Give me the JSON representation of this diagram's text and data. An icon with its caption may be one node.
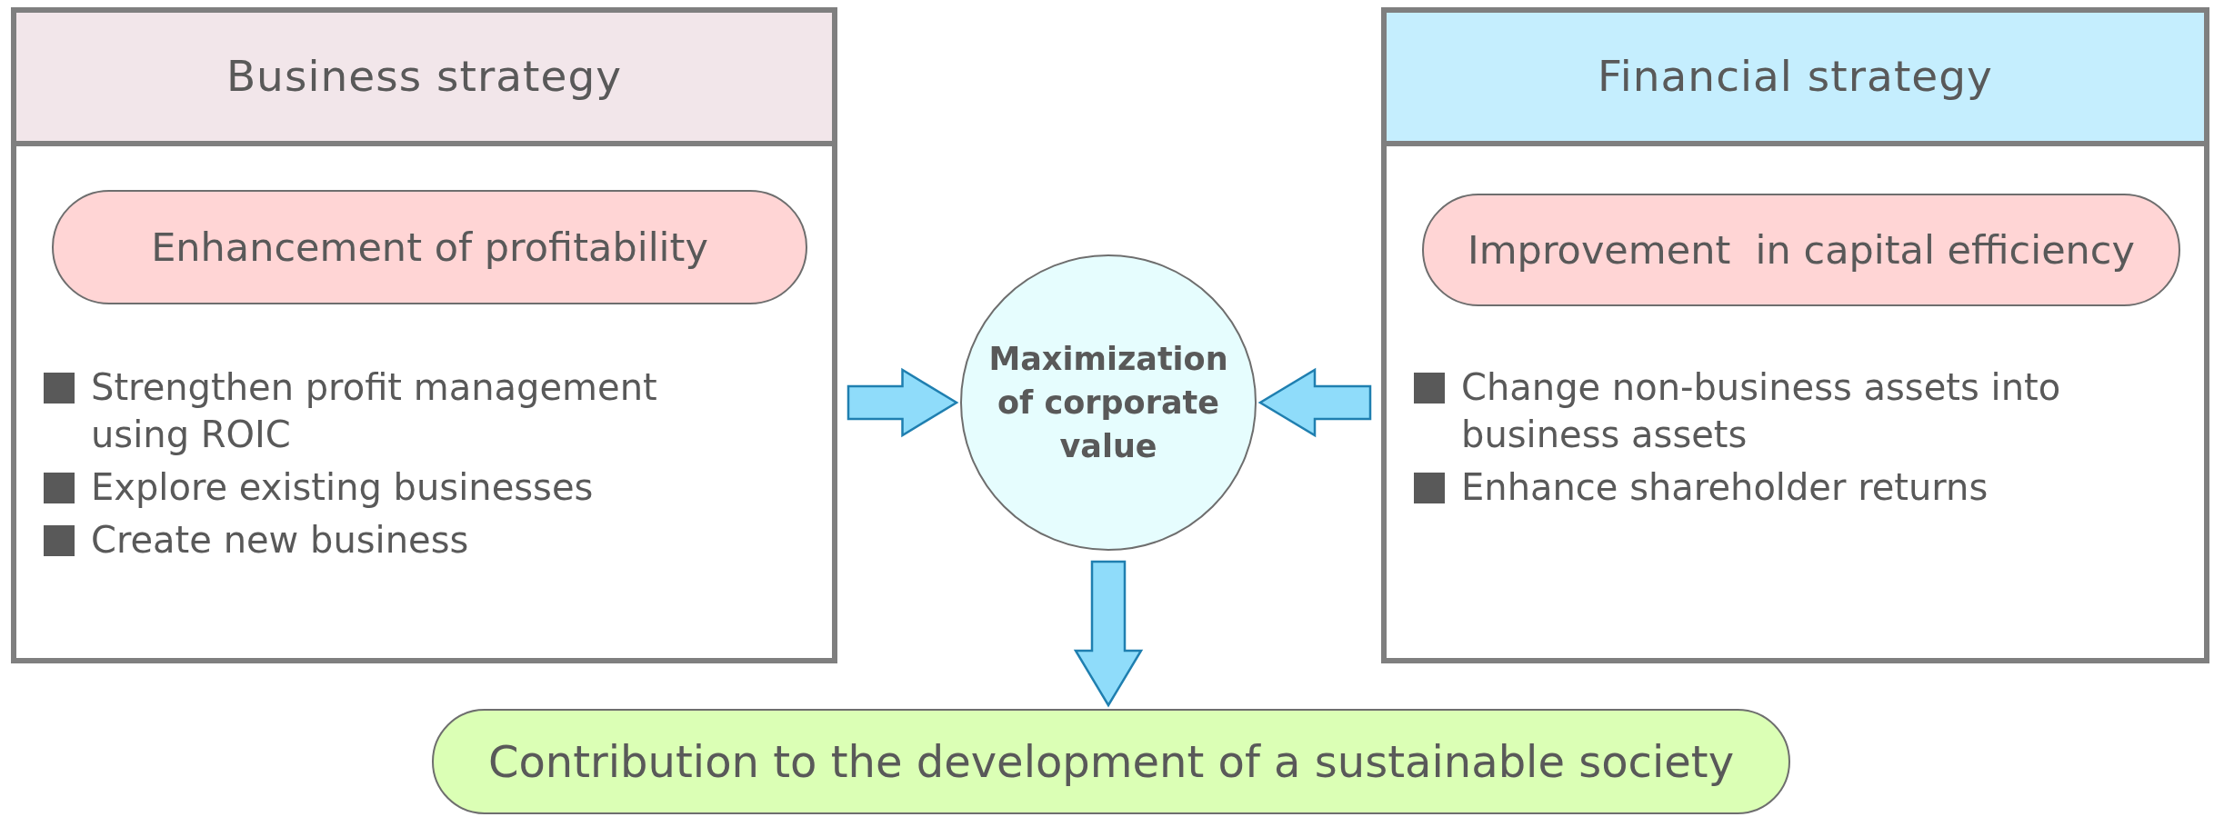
{
  "diagram": {
    "nodes": [
      {
        "text": [
          "Business strategy",
          "Strengthen profit management using ROIC",
          "Explore existing businesses",
          "Create new business"
        ]
      },
      {
        "text": [
          "Enhancement of profitability"
        ],
        "in": 0
      },
      {
        "text": [
          "Financial strategy",
          "Change non-business assets into business assets",
          "Enhance shareholder returns"
        ]
      },
      {
        "text": [
          "Improvement  in capital efficiency"
        ],
        "in": 2
      },
      {
        "text": [
          "Maximization of corporate value"
        ]
      },
      {
        "text": [
          "Contribution to the development of a sustainable society"
        ]
      }
    ],
    "edges": [
      {
        "from": 0,
        "to": 4,
        "arrow": "to"
      },
      {
        "from": 2,
        "to": 4,
        "arrow": "to"
      },
      {
        "from": 4,
        "to": 5,
        "arrow": "to"
      }
    ]
  }
}
